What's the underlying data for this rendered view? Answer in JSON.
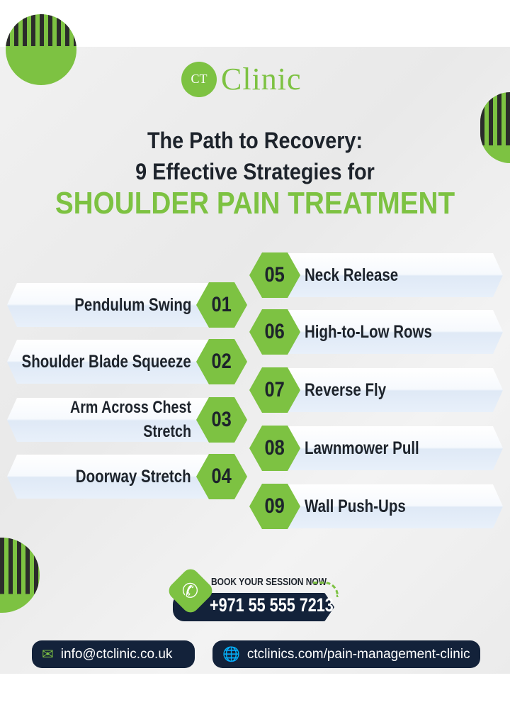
{
  "brand": {
    "logo_mark": "CT",
    "name": "Clinic",
    "accent": "#7dc242",
    "navy": "#13223a"
  },
  "title": {
    "line1": "The Path to Recovery:",
    "line2": "9 Effective Strategies for",
    "line3": "SHOULDER PAIN TREATMENT"
  },
  "left_items": [
    {
      "num": "01",
      "label": "Pendulum Swing"
    },
    {
      "num": "02",
      "label": "Shoulder Blade Squeeze"
    },
    {
      "num": "03",
      "label": "Arm Across Chest Stretch"
    },
    {
      "num": "04",
      "label": "Doorway Stretch"
    }
  ],
  "right_items": [
    {
      "num": "05",
      "label": "Neck Release"
    },
    {
      "num": "06",
      "label": "High-to-Low Rows"
    },
    {
      "num": "07",
      "label": "Reverse Fly"
    },
    {
      "num": "08",
      "label": "Lawnmower Pull"
    },
    {
      "num": "09",
      "label": "Wall Push-Ups"
    }
  ],
  "cta": {
    "book": "BOOK YOUR SESSION NOW",
    "phone": "+971 55 555 7213"
  },
  "contact": {
    "email": "info@ctclinic.co.uk",
    "website": "ctclinics.com/pain-management-clinic"
  }
}
